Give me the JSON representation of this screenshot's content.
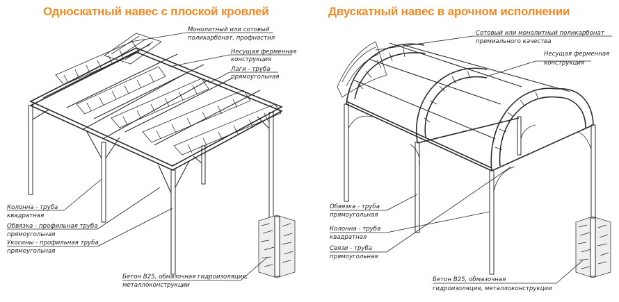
{
  "titles": {
    "left": "Односкатный навес с плоской кровлей",
    "right": "Двускатный навес в арочном исполнении"
  },
  "left_labels": {
    "roofing_1": "Монолитный или сотовый",
    "roofing_2": "поликарбонат, профнастил",
    "truss_1": "Несущая ферменная",
    "truss_2": "конструкция",
    "purlins_1": "Лаги - труба",
    "purlins_2": "прямоугольная",
    "column_1": "Колонна - труба",
    "column_2": "квадратная",
    "frame_1": "Обвязка - профильная труба",
    "frame_2": "прямоугольная",
    "braces_1": "Укосины - профильная труба",
    "braces_2": "прямоугольная",
    "concrete_1": "Бетон В25, обмазочная гидроизоляция,",
    "concrete_2": "металлоконструкции"
  },
  "right_labels": {
    "roofing_1": "Сотовый или монолитный поликарбонат",
    "roofing_2": "премиального качества",
    "truss_1": "Несущая ферменная",
    "truss_2": "конструкция",
    "frame_1": "Обвязка - труба",
    "frame_2": "прямоугольная",
    "column_1": "Колонна - труба",
    "column_2": "квадратная",
    "ties_1": "Связи - труба",
    "ties_2": "прямоугольная",
    "concrete_1": "Бетон В25, обмазочная",
    "concrete_2": "гидроизоляция, металлоконструкции"
  }
}
